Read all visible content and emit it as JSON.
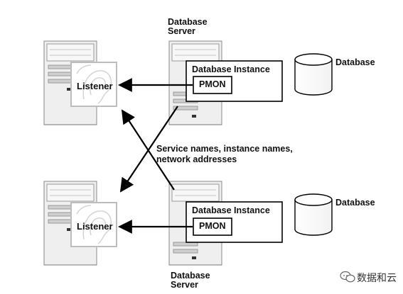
{
  "servers": {
    "top_label_line1": "Database",
    "top_label_line2": "Server",
    "bottom_label_line1": "Database",
    "bottom_label_line2": "Server"
  },
  "listener": {
    "label": "Listener"
  },
  "instance": {
    "label": "Database Instance",
    "process": "PMON"
  },
  "database": {
    "label": "Database"
  },
  "registration": {
    "line1": "Service names, instance names,",
    "line2": "network addresses"
  },
  "watermark": {
    "text": "数据和云"
  },
  "colors": {
    "box_stroke": "#000000",
    "server_fill": "#efefef",
    "server_stroke": "#8a8a8a",
    "listener_box_stroke": "#bdbdbd"
  }
}
